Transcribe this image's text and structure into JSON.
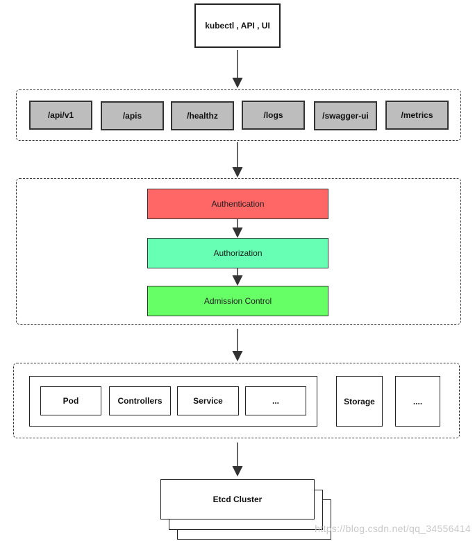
{
  "client": {
    "label": "kubectl , API , UI"
  },
  "endpoints": [
    "/api/v1",
    "/apis",
    "/healthz",
    "/logs",
    "/swagger-ui",
    "/metrics"
  ],
  "auth_chain": [
    {
      "label": "Authentication",
      "color": "#ff6666"
    },
    {
      "label": "Authorization",
      "color": "#66ffb3"
    },
    {
      "label": "Admission Control",
      "color": "#66ff66"
    }
  ],
  "resources": {
    "inner": [
      "Pod",
      "Controllers",
      "Service",
      "..."
    ],
    "storage": "Storage",
    "more": "...."
  },
  "etcd": {
    "label": "Etcd Cluster"
  },
  "watermark": "https://blog.csdn.net/qq_34556414"
}
